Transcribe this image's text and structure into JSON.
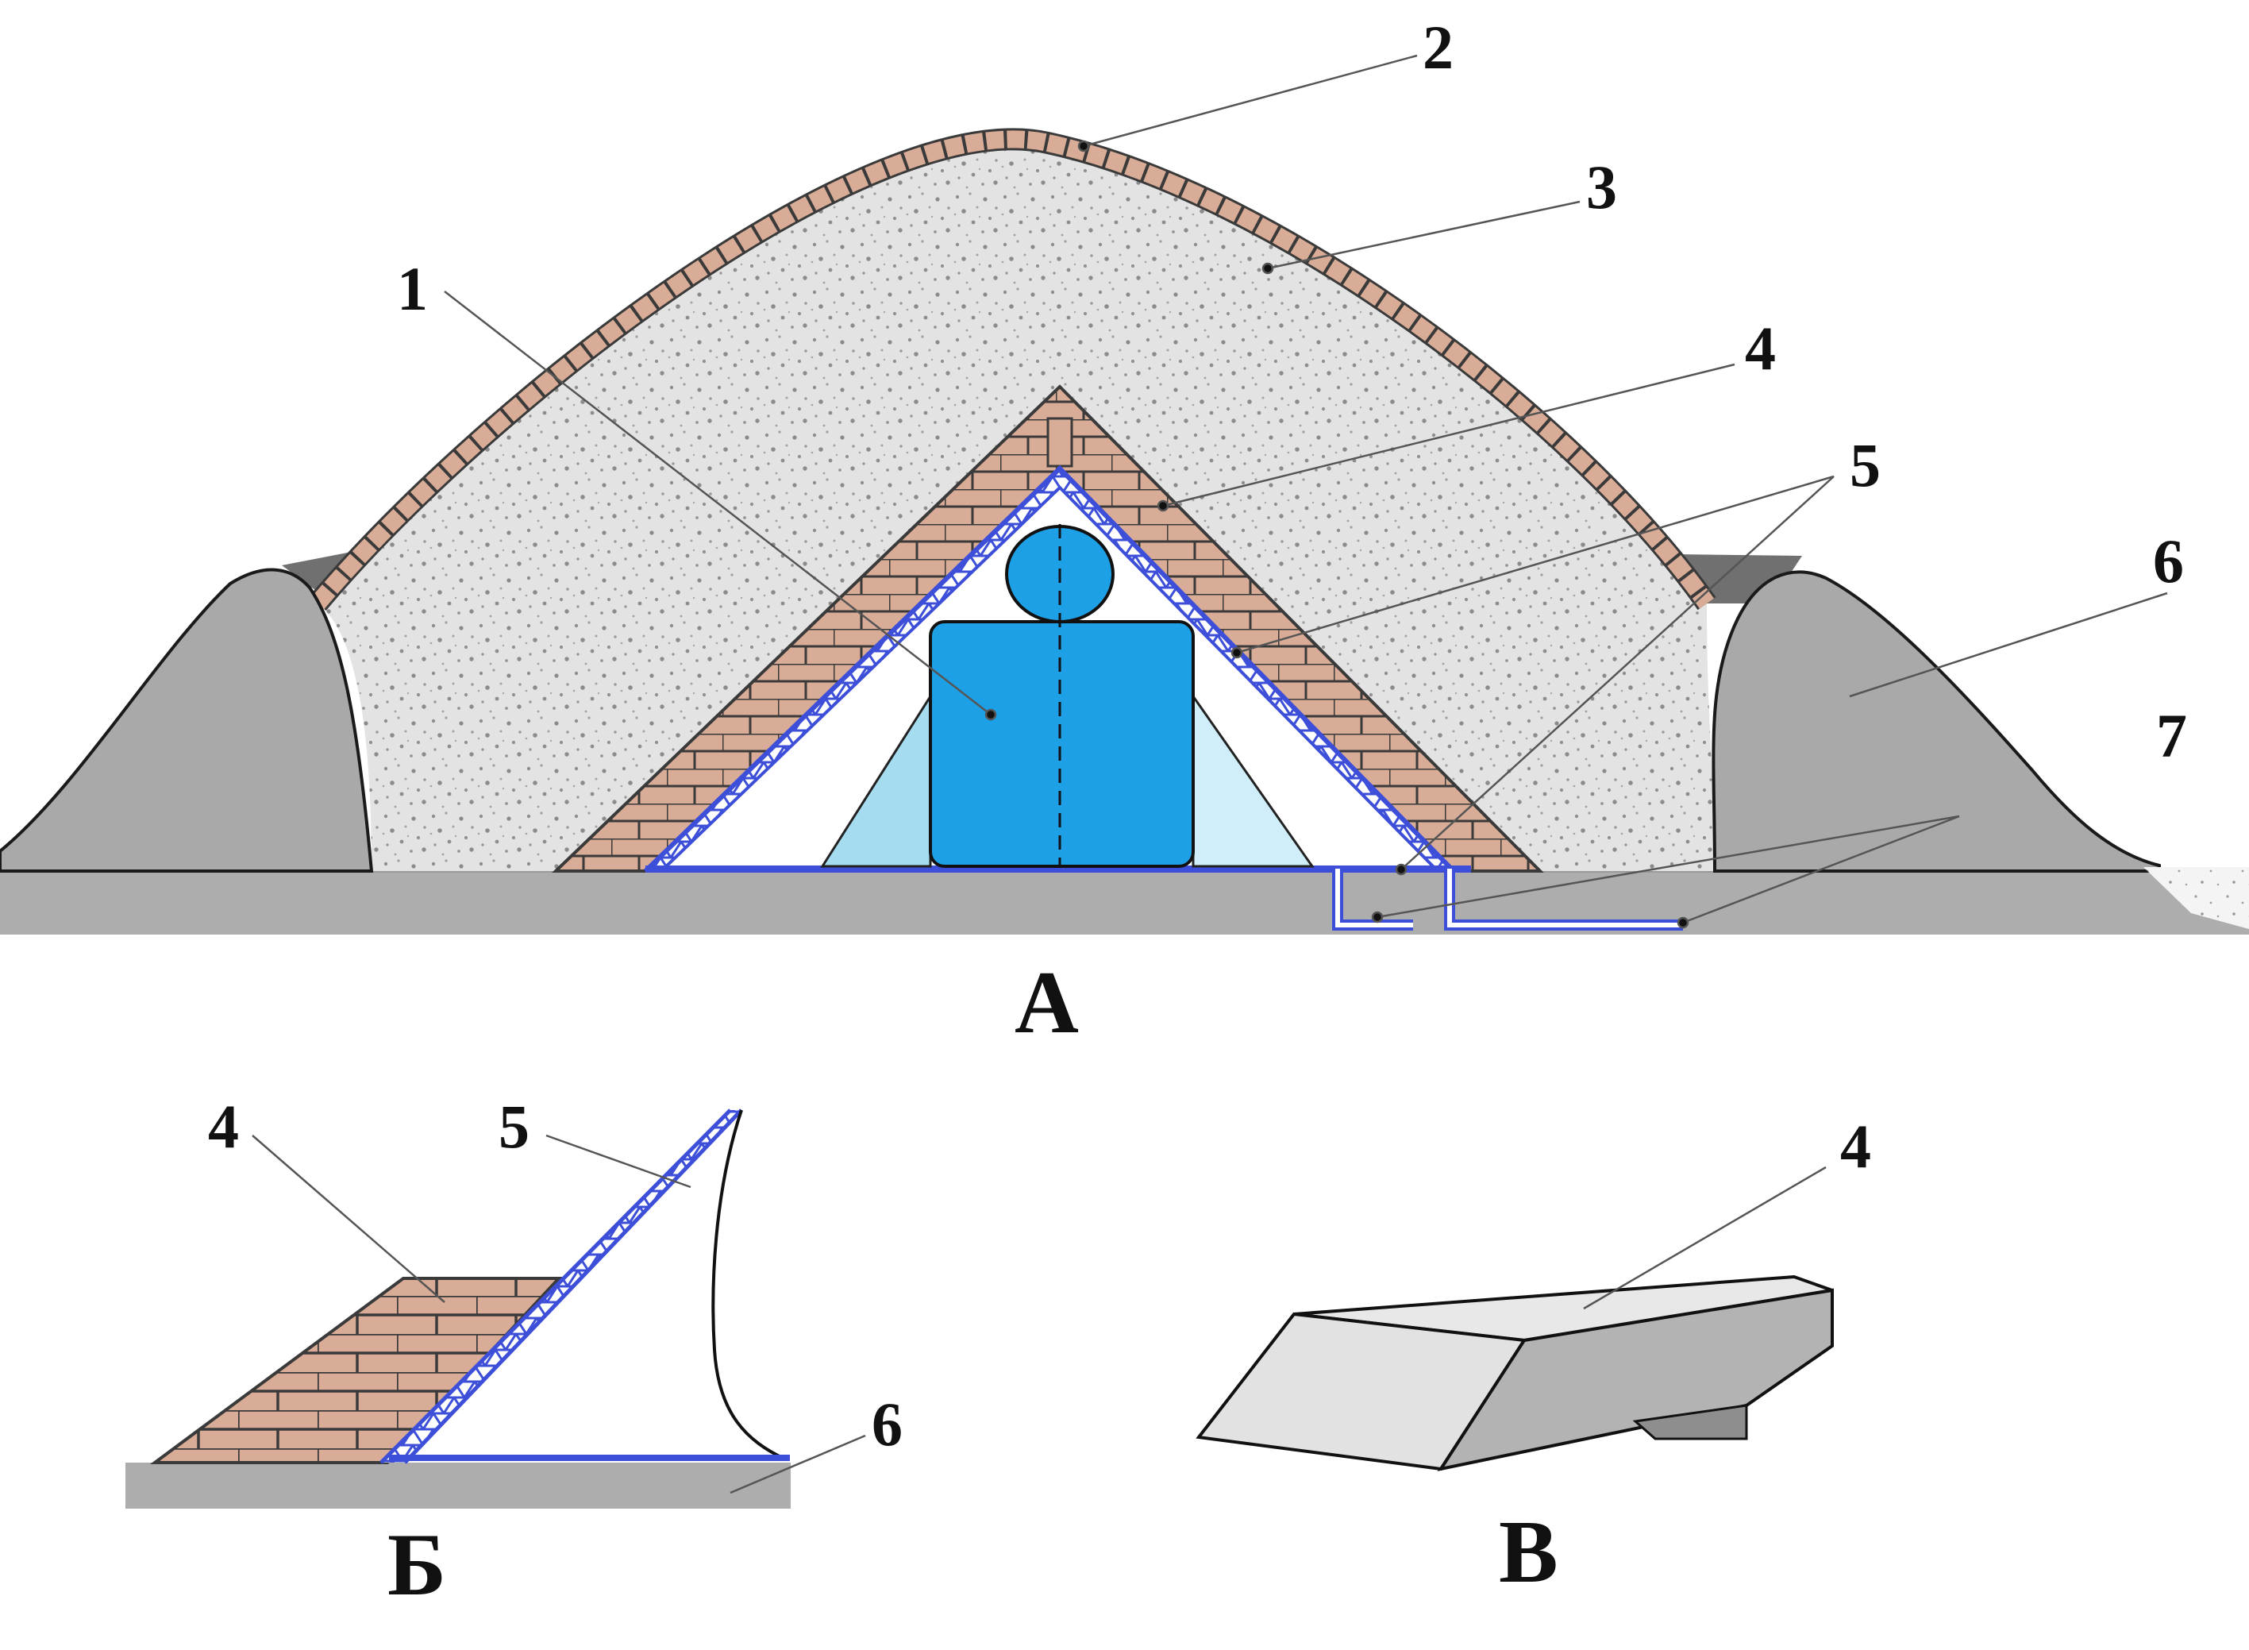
{
  "callouts": {
    "c1": "1",
    "c2": "2",
    "c3": "3",
    "c4": "4",
    "c5": "5",
    "c6": "6",
    "c7": "7",
    "b4": "4",
    "b5": "5",
    "b6": "6",
    "v4": "4"
  },
  "figures": {
    "a": "А",
    "b": "Б",
    "v": "В"
  },
  "colors": {
    "gravel_fill": "#e3e3e3",
    "gravel_dots": "#8f8f8f",
    "brick_fill": "#d8ac96",
    "brick_line": "#3a3a3a",
    "membrane_blue": "#3d4fd8",
    "figure_blue": "#1ea0e6",
    "side_light_blue": "#a5dcef",
    "side_paler_blue": "#cfeef9",
    "embankment_gray": "#a9a9a9",
    "ground_gray": "#adadad",
    "block_light": "#e8e8e8",
    "block_dark": "#b3b3b3"
  }
}
